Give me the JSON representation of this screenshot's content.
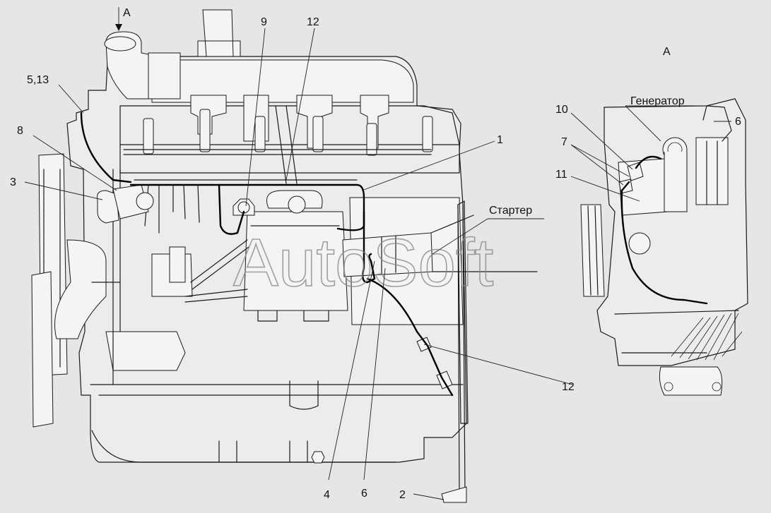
{
  "view_marker": {
    "arrow_label": "А",
    "view_title": "А"
  },
  "callouts": {
    "c1": "1",
    "c2": "2",
    "c3": "3",
    "c4": "4",
    "c5_13": "5,13",
    "c6_main": "6",
    "c6_view": "6",
    "c7": "7",
    "c8": "8",
    "c9": "9",
    "c10": "10",
    "c11": "11",
    "c12_top": "12",
    "c12_right": "12"
  },
  "components": {
    "starter": "Стартер",
    "generator": "Генератор"
  },
  "watermark": "AutoSoft"
}
